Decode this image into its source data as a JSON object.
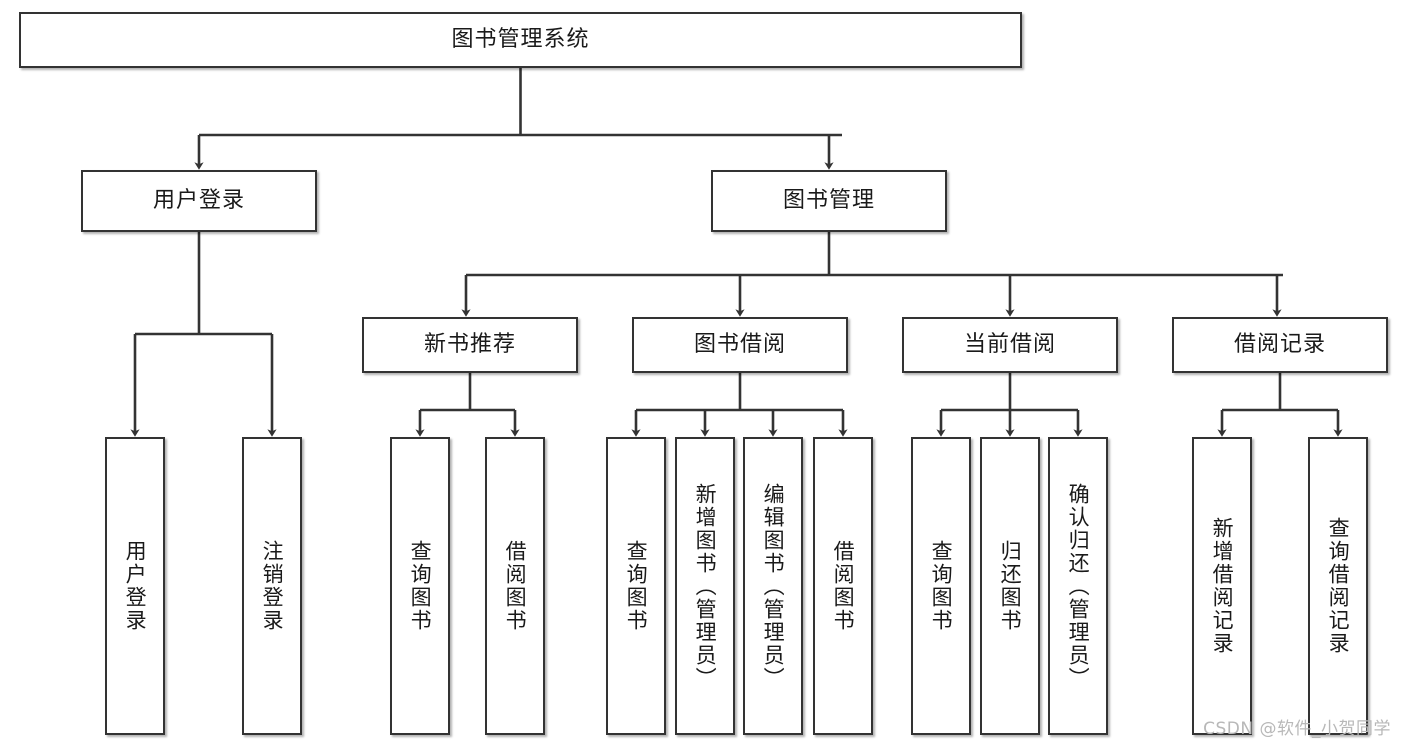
{
  "diagram": {
    "title": "图书管理系统",
    "type": "tree-hierarchy-chart",
    "colors": {
      "background": "#ffffff",
      "node_fill": "#ffffff",
      "node_border": "#333333",
      "edge": "#333333",
      "text": "#1a1a1a",
      "watermark": "#b8b8b8"
    },
    "root": {
      "label": "图书管理系统"
    },
    "level2": [
      {
        "label": "用户登录"
      },
      {
        "label": "图书管理"
      }
    ],
    "level3": [
      {
        "label": "新书推荐"
      },
      {
        "label": "图书借阅"
      },
      {
        "label": "当前借阅"
      },
      {
        "label": "借阅记录"
      }
    ],
    "leaves": {
      "user_login": [
        {
          "label": "用户登录"
        },
        {
          "label": "注销登录"
        }
      ],
      "new_book_recommend": [
        {
          "label": "查询图书"
        },
        {
          "label": "借阅图书"
        }
      ],
      "book_borrow": [
        {
          "label": "查询图书"
        },
        {
          "label": "新增图书（管理员）"
        },
        {
          "label": "编辑图书（管理员）"
        },
        {
          "label": "借阅图书"
        }
      ],
      "current_borrow": [
        {
          "label": "查询图书"
        },
        {
          "label": "归还图书"
        },
        {
          "label": "确认归还（管理员）"
        }
      ],
      "borrow_record": [
        {
          "label": "新增借阅记录"
        },
        {
          "label": "查询借阅记录"
        }
      ]
    }
  },
  "watermark": {
    "text": "CSDN @软件_小贺同学"
  }
}
